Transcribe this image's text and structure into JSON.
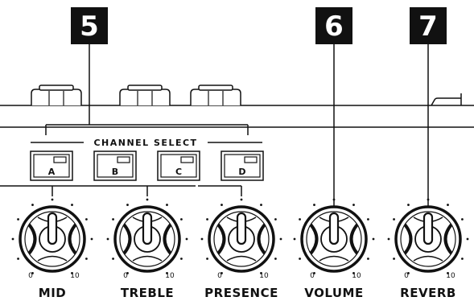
{
  "callouts": [
    "5",
    "6",
    "7"
  ],
  "channel_select": {
    "label": "CHANNEL SELECT",
    "buttons": [
      "A",
      "B",
      "C",
      "D"
    ]
  },
  "knobs": [
    {
      "label": "MID",
      "scale_min": "0",
      "scale_max": "10"
    },
    {
      "label": "TREBLE",
      "scale_min": "0",
      "scale_max": "10"
    },
    {
      "label": "PRESENCE",
      "scale_min": "0",
      "scale_max": "10"
    },
    {
      "label": "VOLUME",
      "scale_min": "0",
      "scale_max": "10"
    },
    {
      "label": "REVERB",
      "scale_min": "0",
      "scale_max": "10"
    }
  ]
}
